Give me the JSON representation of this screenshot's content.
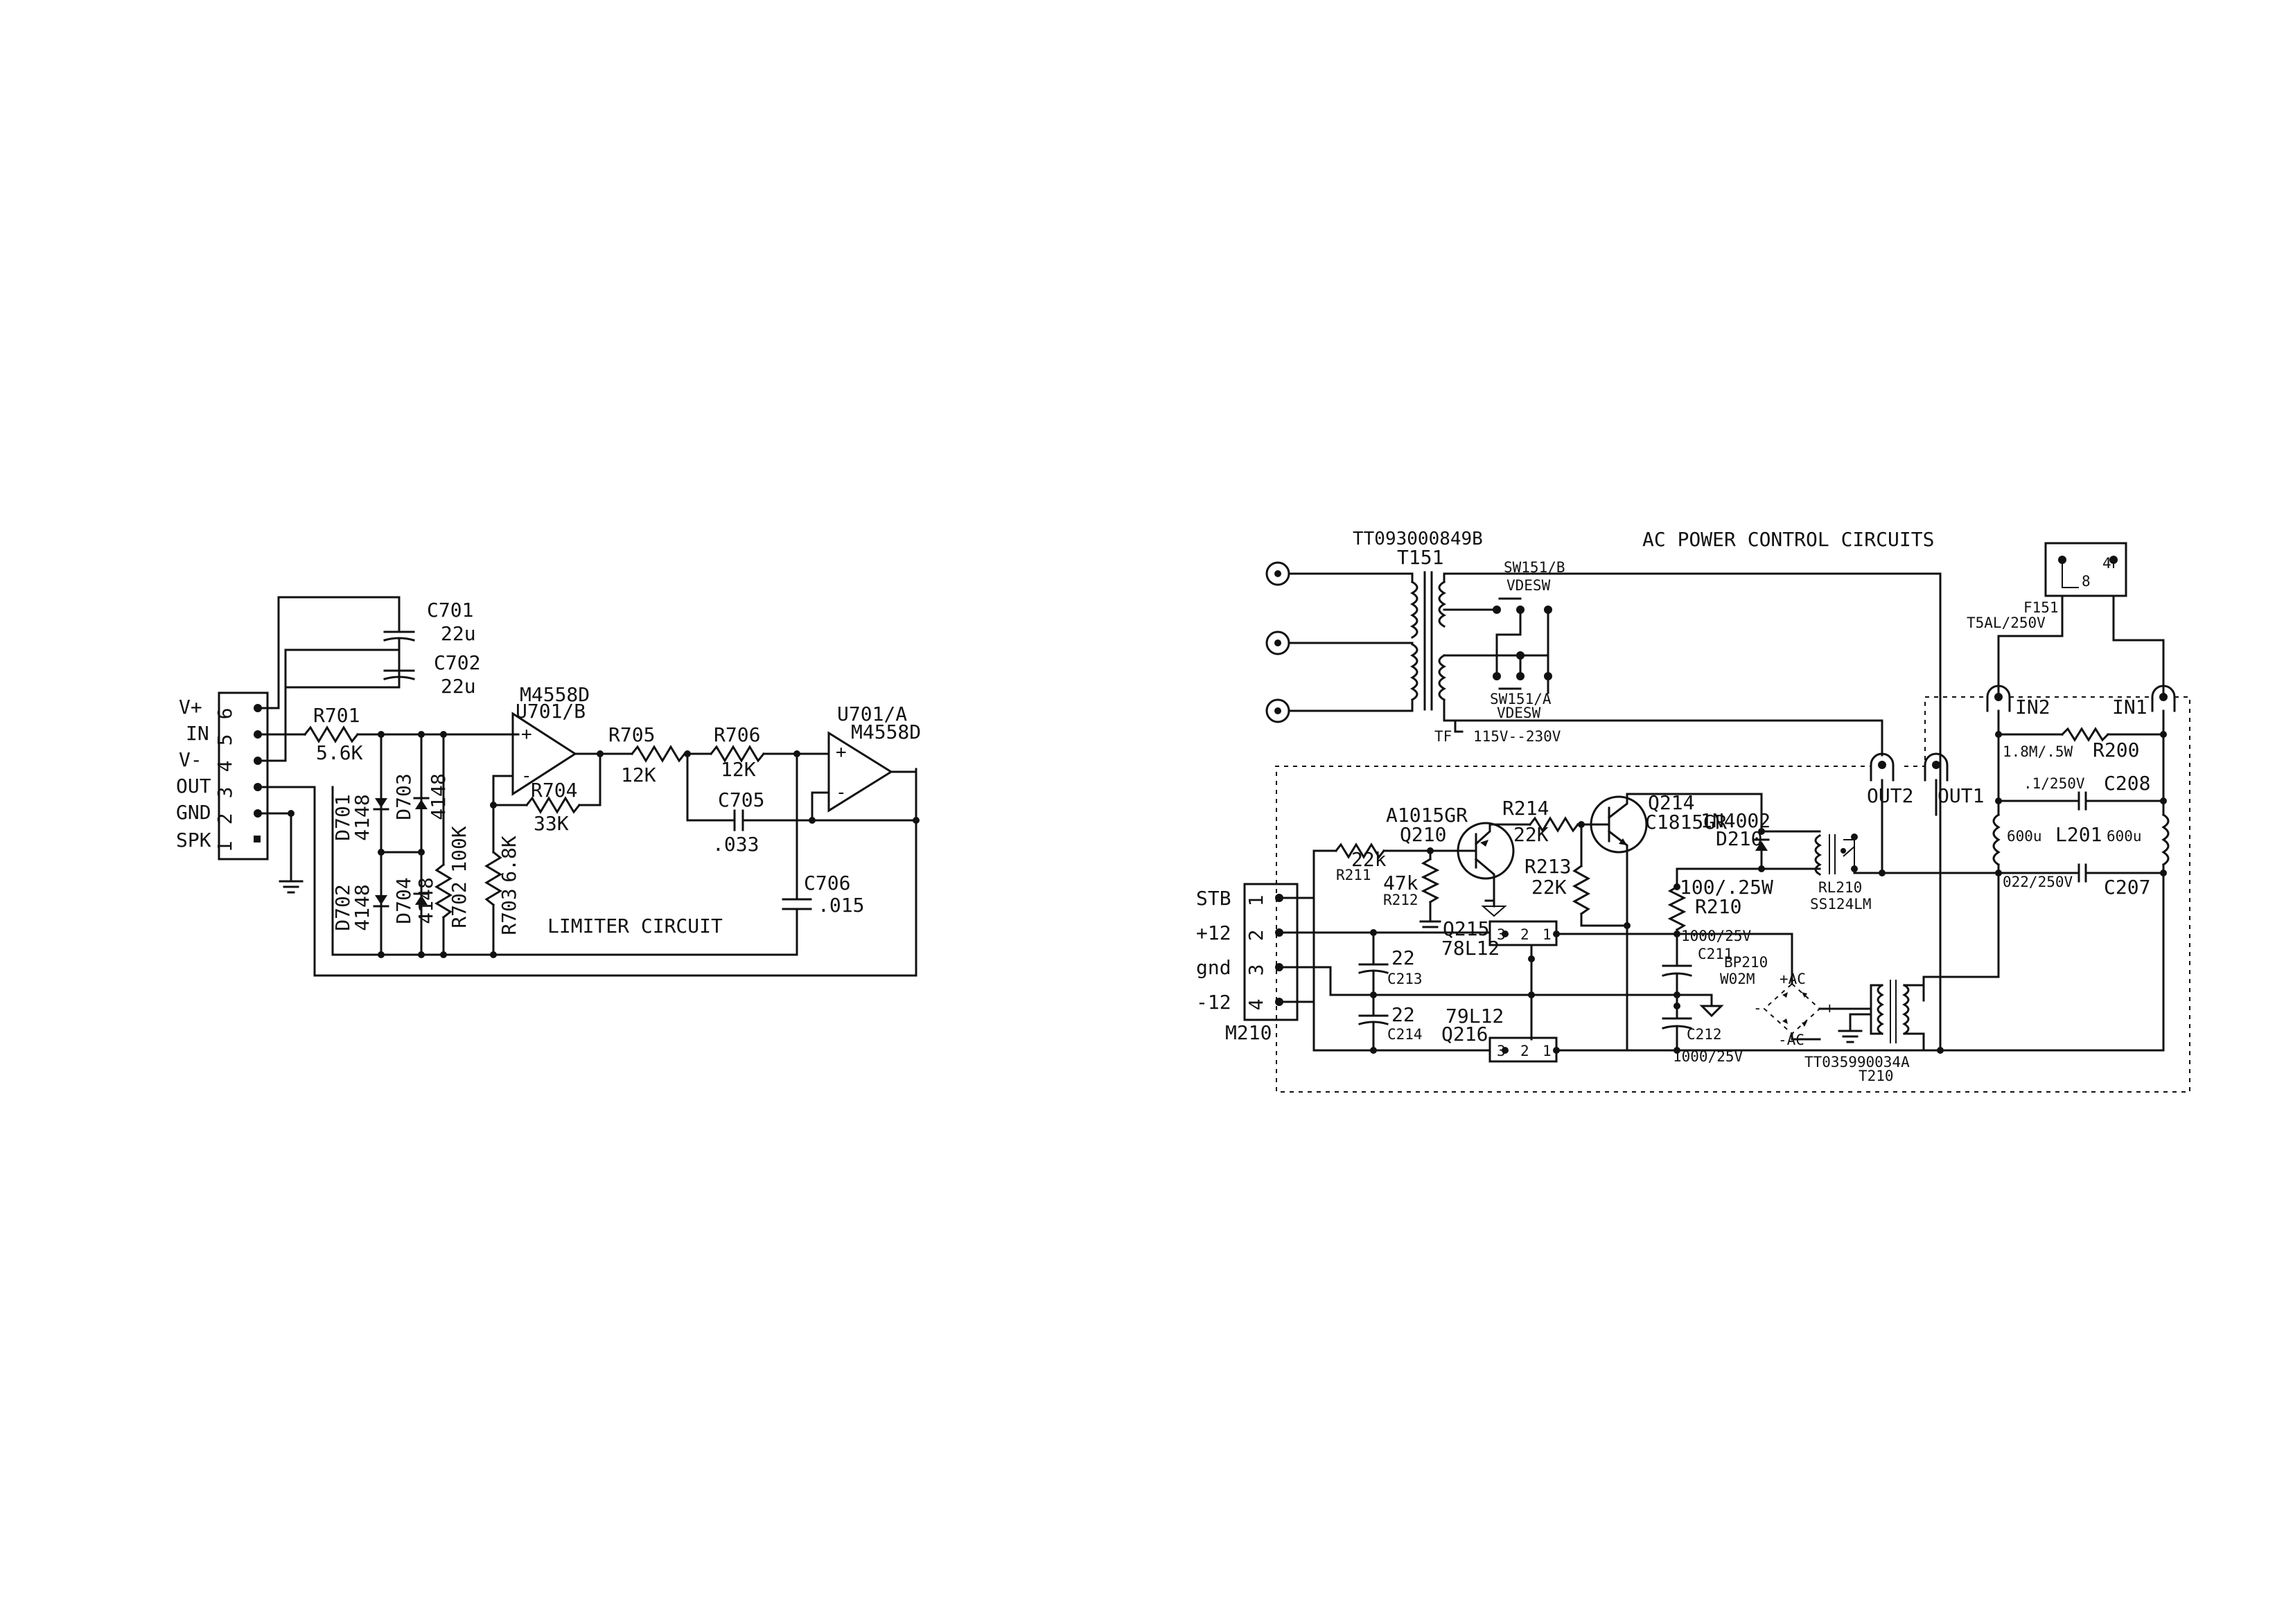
{
  "limiter": {
    "title": "LIMITER CIRCUIT",
    "connector_pins": [
      {
        "name": "V+",
        "num": "6"
      },
      {
        "name": "IN",
        "num": "5"
      },
      {
        "name": "V-",
        "num": "4"
      },
      {
        "name": "OUT",
        "num": "3"
      },
      {
        "name": "GND",
        "num": "2"
      },
      {
        "name": "SPK",
        "num": "1"
      }
    ],
    "c701": {
      "ref": "C701",
      "val": "22u"
    },
    "c702": {
      "ref": "C702",
      "val": "22u"
    },
    "r701": {
      "ref": "R701",
      "val": "5.6K"
    },
    "d701": {
      "ref": "D701",
      "val": "4148"
    },
    "d702": {
      "ref": "D702",
      "val": "4148"
    },
    "d703": {
      "ref": "D703",
      "val": "4148"
    },
    "d704": {
      "ref": "D704",
      "val": "4148"
    },
    "r702": {
      "ref": "R702",
      "val": "100K"
    },
    "r703": {
      "ref": "R703",
      "val": "6.8K"
    },
    "u701b": {
      "ref": "U701/B",
      "part": "M4558D"
    },
    "u701a": {
      "ref": "U701/A",
      "part": "M4558D"
    },
    "r704": {
      "ref": "R704",
      "val": "33K"
    },
    "r705": {
      "ref": "R705",
      "val": "12K"
    },
    "r706": {
      "ref": "R706",
      "val": "12K"
    },
    "c705": {
      "ref": "C705",
      "val": ".033"
    },
    "c706": {
      "ref": "C706",
      "val": ".015"
    }
  },
  "ac": {
    "title": "AC POWER CONTROL CIRCUITS",
    "t151": {
      "part": "TT093000849B",
      "ref": "T151"
    },
    "sw151b": {
      "ref": "SW151/B",
      "part": "VDESW"
    },
    "sw151a": {
      "ref": "SW151/A",
      "part": "VDESW"
    },
    "tf": "TF",
    "voltage": "115V--230V",
    "f151": {
      "ref": "F151",
      "val": "T5AL/250V"
    },
    "in2": "IN2",
    "in1": "IN1",
    "out2": "OUT2",
    "out1": "OUT1",
    "r200": {
      "ref": "R200",
      "val": "1.8M/.5W"
    },
    "c208": {
      "ref": "C208",
      "val": ".1/250V"
    },
    "l201": {
      "ref": "L201",
      "val_a": "600u",
      "val_b": "600u"
    },
    "c207": {
      "ref": "C207",
      "val": "022/250V"
    },
    "q210": {
      "ref": "Q210",
      "part": "A1015GR"
    },
    "q214": {
      "ref": "Q214",
      "part": "C1815GR"
    },
    "r214": {
      "ref": "R214",
      "val": "22K"
    },
    "r213": {
      "ref": "R213",
      "val": "22K"
    },
    "r211": {
      "ref": "R211",
      "val": "22k"
    },
    "r212": {
      "ref": "R212",
      "val": "47k"
    },
    "d210": {
      "ref": "D210",
      "part": "1N4002"
    },
    "rl210": {
      "ref": "RL210",
      "part": "SS124LM"
    },
    "r210": {
      "ref": "R210",
      "val": "100/.25W"
    },
    "c211": {
      "ref": "C211",
      "val": "1000/25V"
    },
    "c212": {
      "ref": "C212",
      "val": "1000/25V"
    },
    "c213": {
      "ref": "C213",
      "val": "22"
    },
    "c214": {
      "ref": "C214",
      "val": "22"
    },
    "q215": {
      "ref": "Q215",
      "part": "78L12"
    },
    "q216": {
      "ref": "Q216",
      "part": "79L12"
    },
    "reg_pins": [
      "3",
      "2",
      "1"
    ],
    "bp210": {
      "ref": "BP210",
      "part": "W02M",
      "plus_ac": "+AC",
      "minus_ac": "-AC",
      "plus": "+",
      "minus": "-"
    },
    "t210": {
      "part": "TT035990034A",
      "ref": "T210"
    },
    "m210": {
      "ref": "M210",
      "pins": [
        {
          "name": "STB",
          "num": "1"
        },
        {
          "name": "+12",
          "num": "2"
        },
        {
          "name": "gnd",
          "num": "3"
        },
        {
          "name": "-12",
          "num": "4"
        }
      ]
    }
  }
}
